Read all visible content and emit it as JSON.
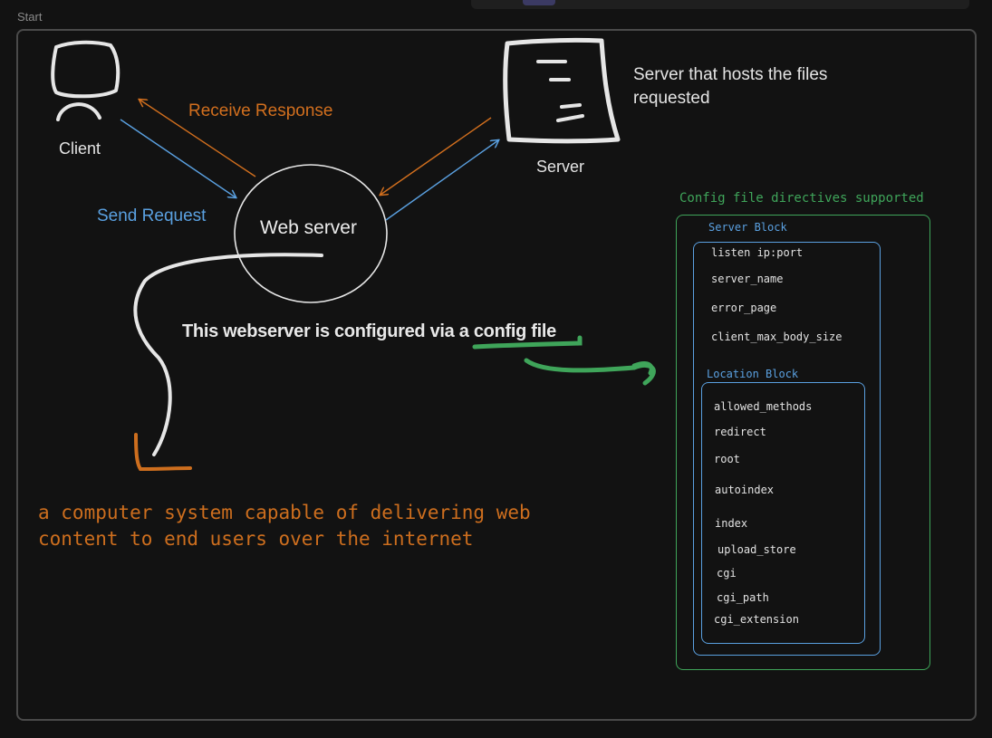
{
  "canvas": {
    "frame_label": "Start"
  },
  "nodes": {
    "client": {
      "label": "Client"
    },
    "server": {
      "label": "Server",
      "description": "Server that hosts the files requested"
    },
    "web_server": {
      "label": "Web server"
    }
  },
  "edges": {
    "receive_response": {
      "label": "Receive Response",
      "color": "#d26f1e"
    },
    "send_request": {
      "label": "Send Request",
      "color": "#5aa0e0"
    }
  },
  "notes": {
    "config_note": "This webserver is configured via a config file",
    "definition_line1": "a computer system capable of delivering web",
    "definition_line2": "content to end users over the internet"
  },
  "config": {
    "title": "Config file directives supported",
    "server_block": {
      "title": "Server Block",
      "directives": [
        "listen ip:port",
        "server_name",
        "error_page",
        "client_max_body_size"
      ]
    },
    "location_block": {
      "title": "Location Block",
      "directives": [
        "allowed_methods",
        "redirect",
        "root",
        "autoindex",
        "index",
        "upload_store",
        "cgi",
        "cgi_path",
        "cgi_extension"
      ]
    }
  },
  "colors": {
    "orange": "#d26f1e",
    "blue": "#5aa0e0",
    "green": "#3fa55a",
    "stroke": "#e6e6e6"
  }
}
